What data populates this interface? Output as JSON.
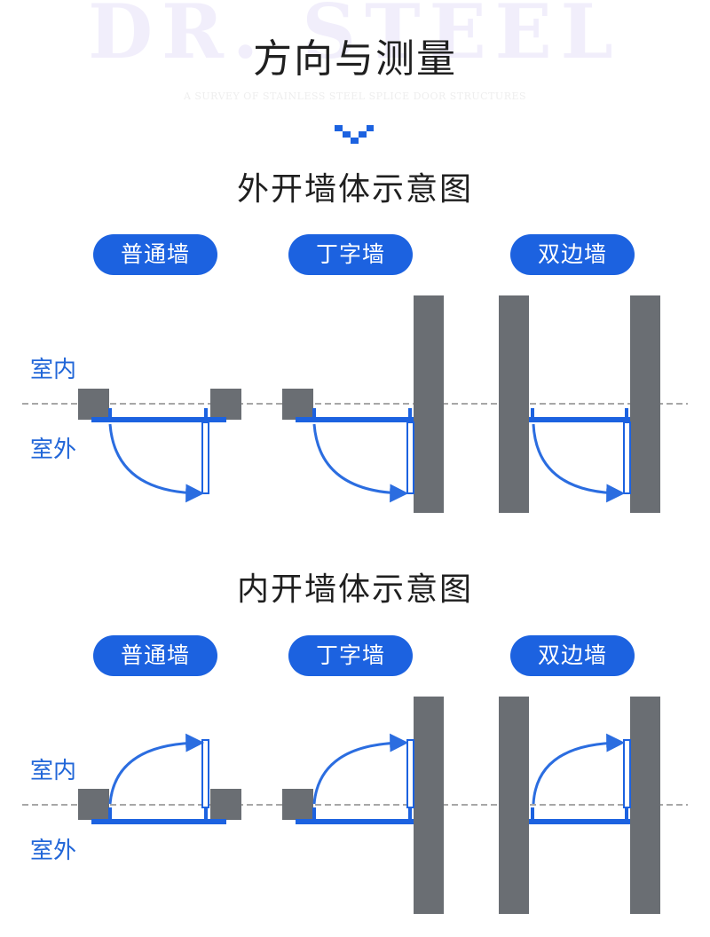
{
  "watermark": "DR. STEEL",
  "header": {
    "title": "方向与测量",
    "subtitle": "A SURVEY OF STAINLESS STEEL SPLICE DOOR STRUCTURES"
  },
  "sections": [
    {
      "title": "外开墙体示意图",
      "wall_types": [
        "普通墙",
        "丁字墙",
        "双边墙"
      ],
      "indoor_label": "室内",
      "outdoor_label": "室外"
    },
    {
      "title": "内开墙体示意图",
      "wall_types": [
        "普通墙",
        "丁字墙",
        "双边墙"
      ],
      "indoor_label": "室内",
      "outdoor_label": "室外"
    }
  ],
  "colors": {
    "accent": "#1c62e0",
    "wall": "#6a6e73",
    "door_arc": "#2b6de0",
    "dashed_line": "#8a8a8a"
  }
}
